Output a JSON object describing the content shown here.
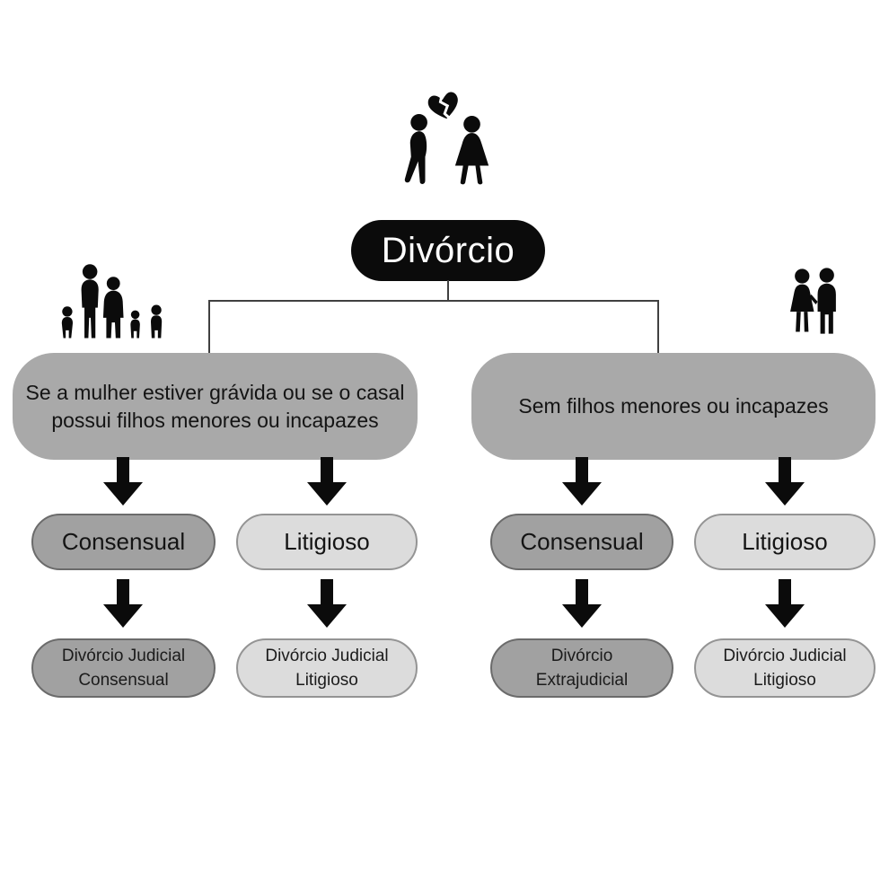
{
  "palette": {
    "node_black": "#0b0b0b",
    "condition_gray": "#a9a9a9",
    "consensual_fill": "#a1a1a1",
    "consensual_border": "#6b6b6b",
    "litigioso_fill": "#dcdcdc",
    "litigioso_border": "#949494",
    "connector_line": "#404040",
    "background": "#ffffff"
  },
  "icons": {
    "top": "broken-heart-couple-icon",
    "left_branch": "family-with-children-icon",
    "right_branch": "couple-icon"
  },
  "root": {
    "label": "Divórcio"
  },
  "branches": [
    {
      "name": "with-children",
      "condition_lines": [
        "Se a mulher estiver grávida ou se o casal",
        "possui filhos menores ou incapazes"
      ],
      "options": [
        {
          "label": "Consensual",
          "style": "dark",
          "outcome_lines": [
            "Divórcio Judicial",
            "Consensual"
          ]
        },
        {
          "label": "Litigioso",
          "style": "light",
          "outcome_lines": [
            "Divórcio Judicial",
            "Litigioso"
          ]
        }
      ]
    },
    {
      "name": "without-children",
      "condition_lines": [
        "Sem filhos menores ou incapazes"
      ],
      "options": [
        {
          "label": "Consensual",
          "style": "dark",
          "outcome_lines": [
            "Divórcio",
            "Extrajudicial"
          ]
        },
        {
          "label": "Litigioso",
          "style": "light",
          "outcome_lines": [
            "Divórcio Judicial",
            "Litigioso"
          ]
        }
      ]
    }
  ]
}
